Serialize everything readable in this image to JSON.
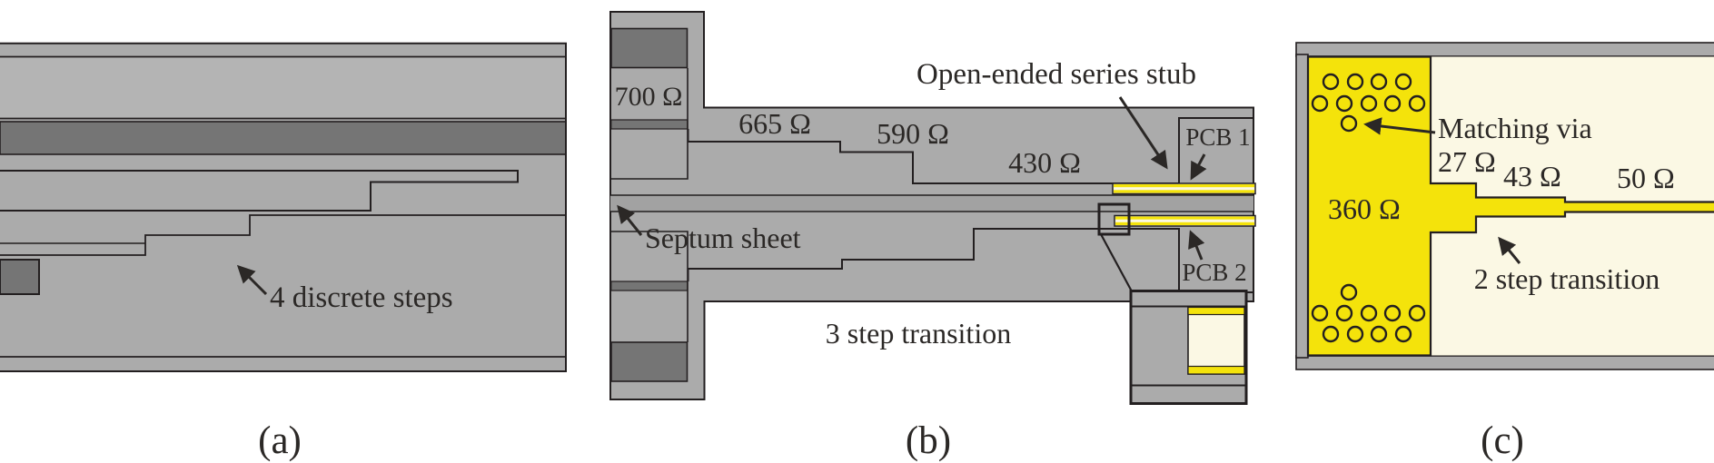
{
  "figure": {
    "caption_a": "(a)",
    "caption_b": "(b)",
    "caption_c": "(c)"
  },
  "panel_a": {
    "steps_annotation": "4 discrete steps"
  },
  "panel_b": {
    "impedance_700": "700 Ω",
    "impedance_665": "665 Ω",
    "impedance_590": "590 Ω",
    "impedance_430": "430 Ω",
    "stub_annotation": "Open-ended series stub",
    "pcb1_label": "PCB 1",
    "pcb2_label": "PCB 2",
    "septum_annotation": "Septum sheet",
    "transition_annotation": "3 step transition"
  },
  "panel_c": {
    "impedance_360": "360 Ω",
    "impedance_27": "27 Ω",
    "impedance_43": "43 Ω",
    "impedance_50": "50 Ω",
    "via_annotation": "Matching via",
    "transition_annotation": "2 step transition"
  },
  "colors": {
    "metal_gray": "#ababab",
    "metal_light": "#b4b4b4",
    "metal_mid": "#a2a2a2",
    "dark_gray": "#757575",
    "copper_yellow": "#f4e30b",
    "substrate_cream": "#fbf8e4",
    "outline_black": "#231f20",
    "text_color": "#2b2826"
  }
}
